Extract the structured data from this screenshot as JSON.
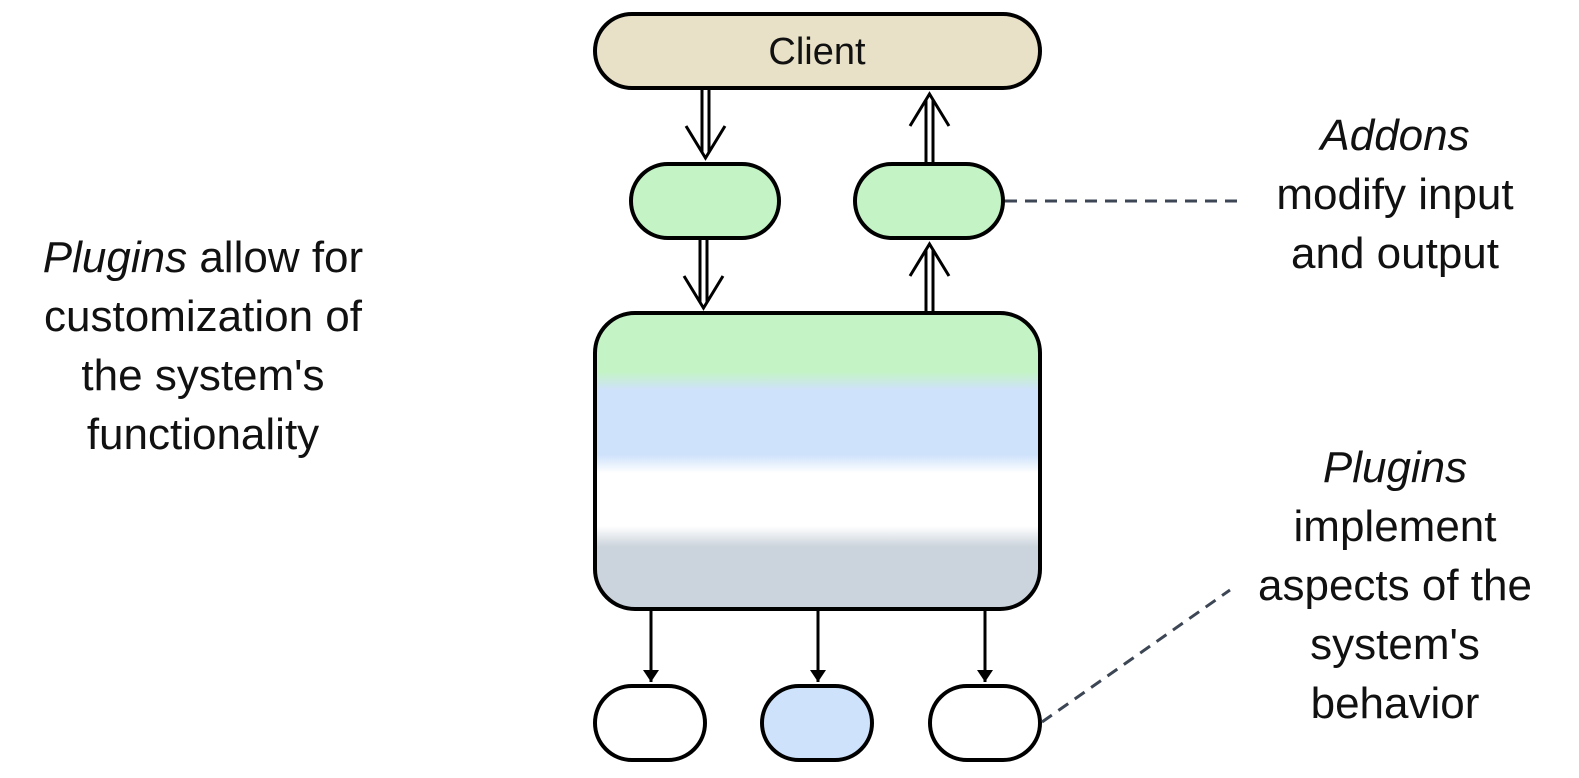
{
  "colors": {
    "client_fill": "#e8e0c7",
    "addon_fill": "#c4f3c6",
    "core_gradient": [
      "#c4f3c6",
      "#cfe2fb",
      "#ffffff",
      "#cbd3dc"
    ],
    "plugin_blue_fill": "#cfe2fb",
    "plugin_white_fill": "#ffffff",
    "stroke": "#000000",
    "dashed_line": "#3c4654"
  },
  "nodes": {
    "client": {
      "label": "Client"
    }
  },
  "annotations": {
    "left": {
      "line1_em": "Plugins",
      "line1_rest": " allow for",
      "line2": "customization of",
      "line3": "the system's",
      "line4": "functionality"
    },
    "addons": {
      "title_em": "Addons",
      "line2": "modify input",
      "line3": "and output"
    },
    "plugins_right": {
      "title_em": "Plugins",
      "line2": "implement",
      "line3": "aspects of the",
      "line4": "system's",
      "line5": "behavior"
    }
  }
}
